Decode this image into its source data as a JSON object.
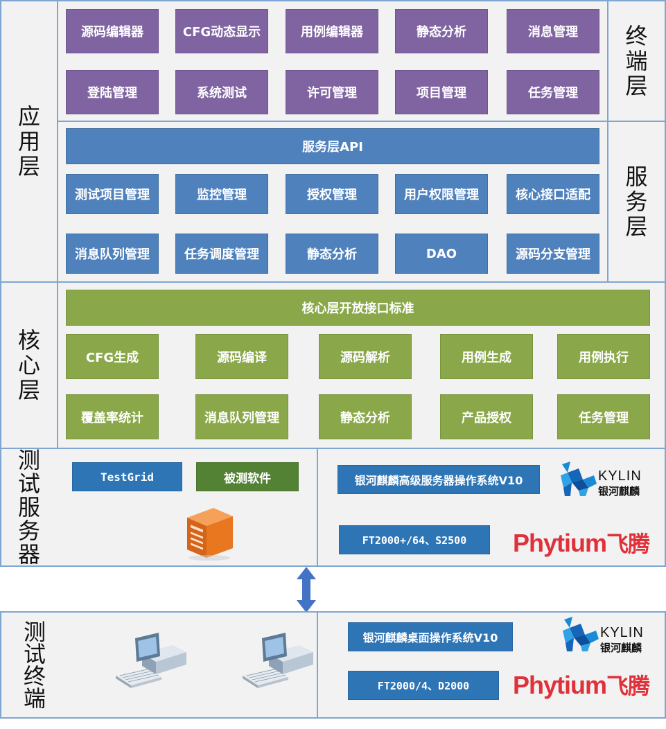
{
  "labels": {
    "app_layer": [
      "应",
      "用",
      "层"
    ],
    "terminal_layer": [
      "终",
      "端",
      "层"
    ],
    "service_layer": [
      "服",
      "务",
      "层"
    ],
    "core_layer": [
      "核",
      "心",
      "层"
    ],
    "test_server": [
      "测",
      "试",
      "服",
      "务",
      "器"
    ],
    "test_terminal": [
      "测",
      "试",
      "终",
      "端"
    ]
  },
  "terminal_modules": [
    "源码编辑器",
    "CFG动态显示",
    "用例编辑器",
    "静态分析",
    "消息管理",
    "登陆管理",
    "系统测试",
    "许可管理",
    "项目管理",
    "任务管理"
  ],
  "service_api": "服务层API",
  "service_modules": [
    "测试项目管理",
    "监控管理",
    "授权管理",
    "用户权限管理",
    "核心接口适配",
    "消息队列管理",
    "任务调度管理",
    "静态分析",
    "DAO",
    "源码分支管理"
  ],
  "core_api": "核心层开放接口标准",
  "core_modules": [
    "CFG生成",
    "源码编译",
    "源码解析",
    "用例生成",
    "用例执行",
    "覆盖率统计",
    "消息队列管理",
    "静态分析",
    "产品授权",
    "任务管理"
  ],
  "server": {
    "testgrid": "TestGrid",
    "software": "被测软件",
    "os": "银河麒麟高级服务器操作系统V10",
    "cpu": "FT2000+/64、S2500"
  },
  "terminal": {
    "os": "银河麒麟桌面操作系统V10",
    "cpu": "FT2000/4、D2000"
  },
  "brand": {
    "kylin": "KYLIN",
    "kylin_cn": "银河麒麟",
    "phytium": "Phytium",
    "phytium_cn": "飞腾"
  },
  "colors": {
    "purple": "#8064a2",
    "blue": "#4f81bd",
    "green": "#8aa84a",
    "border": "#7ea6d1",
    "phytium_red": "#e0303a"
  }
}
